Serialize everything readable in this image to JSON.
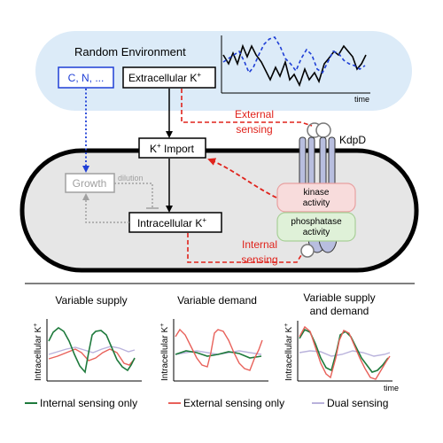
{
  "top": {
    "env_title": "Random Environment",
    "nutrients": "C, N, ...",
    "extracellular": "Extracellular K",
    "plus": "+",
    "time": "time",
    "external_sensing_1": "External",
    "external_sensing_2": "sensing",
    "kdpd": "KdpD",
    "import": "K",
    "import_rest": " Import",
    "growth": "Growth",
    "dilution": "dilution",
    "intracellular": "Intracellular K",
    "kinase_1": "kinase",
    "kinase_2": "activity",
    "phosphatase_1": "phosphatase",
    "phosphatase_2": "activity",
    "internal_sensing_1": "Internal",
    "internal_sensing_2": "sensing"
  },
  "bottom": {
    "panels": [
      {
        "title_1": "Variable supply",
        "title_2": ""
      },
      {
        "title_1": "Variable demand",
        "title_2": ""
      },
      {
        "title_1": "Variable supply",
        "title_2": "and demand"
      }
    ],
    "ylabel": "Intracellular K",
    "ylabel_sup": "+",
    "time": "time",
    "legend": [
      {
        "label": "Internal sensing only",
        "color": "#1e7a3c"
      },
      {
        "label": "External sensing only",
        "color": "#e8615a"
      },
      {
        "label": "Dual sensing",
        "color": "#b9b2dc"
      }
    ]
  },
  "colors": {
    "env_bg": "#dcebf8",
    "cell_bg": "#e6e6e6",
    "red": "#e0231c",
    "blue": "#1f3fd6",
    "grey": "#a0a0a0",
    "kinase": "#f8dcdc",
    "phosphatase": "#dff1d8",
    "kdpd": "#b8bedf"
  }
}
